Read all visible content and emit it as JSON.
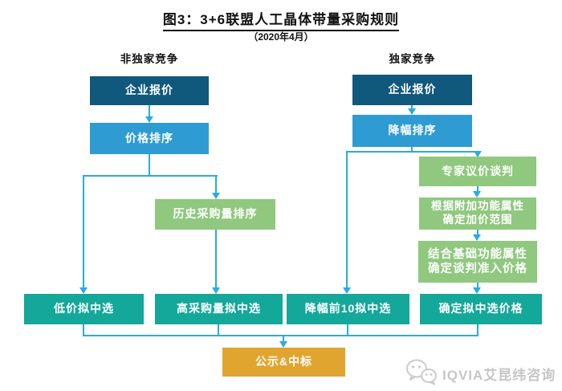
{
  "title": "图3：3+6联盟人工晶体带量采购规则",
  "subtitle": "（2020年4月）",
  "headers": {
    "left": "非独家竞争",
    "right": "独家竞争"
  },
  "nodes": {
    "left_quote": "企业报价",
    "left_price_sort": "价格排序",
    "left_history_sort": "历史采购量排序",
    "right_quote": "企业报价",
    "right_cut_sort": "降幅排序",
    "expert_negotiation": "专家议价谈判",
    "addon_line1": "根据附加功能属性",
    "addon_line2": "确定加价范围",
    "basic_line1": "结合基础功能属性",
    "basic_line2": "确定谈判准入价格",
    "low_price_win": "低价拟中选",
    "high_volume_win": "高采购量拟中选",
    "top10_cut_win": "降幅前10拟中选",
    "confirm_price": "确定拟中选价格",
    "publicity_award": "公示&中标"
  },
  "footer": {
    "wechat_account": "IQVIA艾昆纬咨询"
  },
  "colors": {
    "dark_blue": "#10587c",
    "mid_blue": "#2e9bd3",
    "line_blue": "#29abe2",
    "green": "#8fc87e",
    "teal": "#13a89a",
    "gold": "#e0a52f",
    "logo_gray": "#c6c6c6"
  }
}
